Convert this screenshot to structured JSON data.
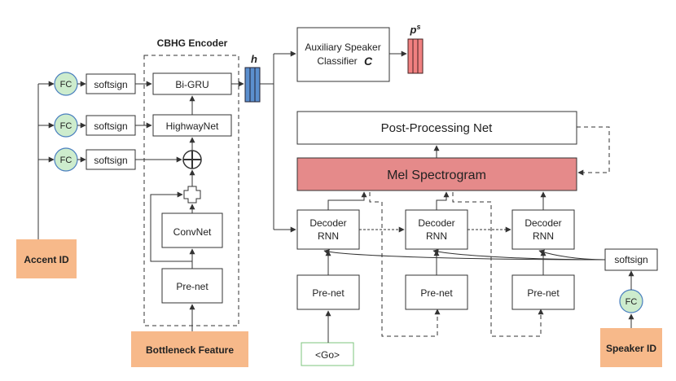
{
  "labels": {
    "cbhg_encoder": "CBHG Encoder",
    "h": "h",
    "p_s": "p",
    "p_s_sup": "s",
    "aux_line1": "Auxiliary Speaker",
    "aux_line2": "Classifier",
    "aux_symbol": "C",
    "fc": "FC",
    "softsign": "softsign",
    "bigru": "Bi-GRU",
    "highwaynet": "HighwayNet",
    "convnet": "ConvNet",
    "prenet": "Pre-net",
    "accent_id": "Accent ID",
    "bottleneck": "Bottleneck Feature",
    "postnet": "Post-Processing Net",
    "mel": "Mel Spectrogram",
    "decoder": "Decoder",
    "rnn": "RNN",
    "go": "<Go>",
    "speaker_id": "Speaker ID"
  },
  "colors": {
    "h_vector": "#5b8fce",
    "ps_vector": "#f08080",
    "mel": "#e58a8a",
    "orange": "#f7b98a",
    "fc_fill": "#cdeccd",
    "fc_stroke": "#4a7fbf",
    "go_border": "#7cc47c"
  }
}
